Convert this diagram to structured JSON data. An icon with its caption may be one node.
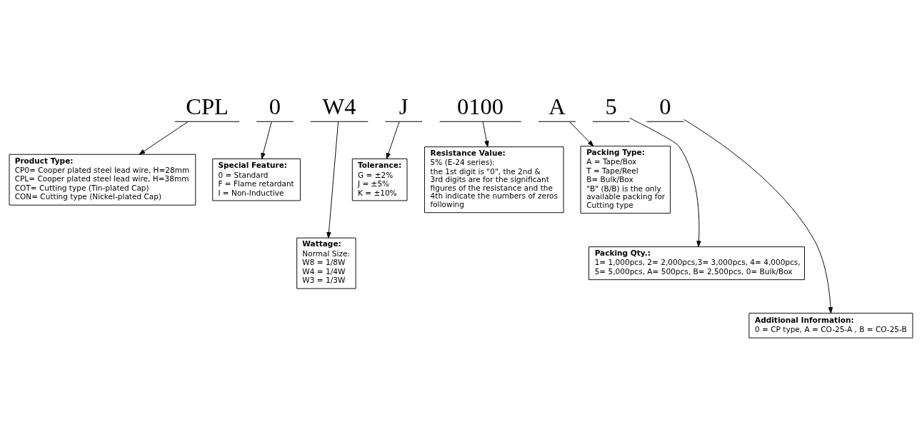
{
  "diagram": {
    "nodes": [
      {
        "text": [
          "CPL"
        ]
      },
      {
        "text": [
          "0"
        ]
      },
      {
        "text": [
          "W4"
        ]
      },
      {
        "text": [
          "J"
        ]
      },
      {
        "text": [
          "0100"
        ]
      },
      {
        "text": [
          "A"
        ]
      },
      {
        "text": [
          "5"
        ]
      },
      {
        "text": [
          "0"
        ]
      },
      {
        "text": [
          "Product Type:",
          "CP0= Cooper plated steel lead wire, H=28mm",
          "CPL= Cooper plated steel lead wire, H=38mm",
          "COT= Cutting type (Tin-plated Cap)",
          "CON= Cutting type (Nickel-plated Cap)"
        ]
      },
      {
        "text": [
          "Special Feature:",
          "0 = Standard",
          "F = Flame retardant",
          "I = Non-Inductive"
        ]
      },
      {
        "text": [
          "Wattage:",
          "Normal Size:",
          "W8 = 1/8W",
          "W4 = 1/4W",
          "W3 = 1/3W"
        ]
      },
      {
        "text": [
          "Tolerance:",
          "G = ±2%",
          "J = ±5%",
          "K = ±10%"
        ]
      },
      {
        "text": [
          "Resistance Value:",
          "5% (E-24 series):",
          "the 1st digit is \"0\", the 2nd & 3rd digits are for the significant figures of the resistance and the 4th indicate the numbers of zeros following"
        ]
      },
      {
        "text": [
          "Packing Type:",
          "A = Tape/Box",
          "T = Tape/Reel",
          "B= Bulk/Box",
          "\"B\" (B/B) is the only available packing for Cutting type"
        ]
      },
      {
        "text": [
          "Packing Qty.:",
          "1= 1,000pcs, 2= 2,000pcs,3= 3,000pcs, 4= 4,000pcs,",
          "5= 5,000pcs, A= 500pcs, B= 2,500pcs, 0= Bulk/Box"
        ]
      },
      {
        "text": [
          "Additional Information:",
          "0 = CP type, A = CO-25-A , B = CO-25-B"
        ]
      }
    ],
    "edges": [
      {
        "from": 0,
        "to": 8,
        "arrow": "to"
      },
      {
        "from": 1,
        "to": 9,
        "arrow": "to"
      },
      {
        "from": 2,
        "to": 10,
        "arrow": "to"
      },
      {
        "from": 3,
        "to": 11,
        "arrow": "to"
      },
      {
        "from": 4,
        "to": 12,
        "arrow": "to"
      },
      {
        "from": 5,
        "to": 13,
        "arrow": "to"
      },
      {
        "from": 6,
        "to": 14,
        "arrow": "to"
      },
      {
        "from": 7,
        "to": 15,
        "arrow": "to"
      }
    ]
  }
}
